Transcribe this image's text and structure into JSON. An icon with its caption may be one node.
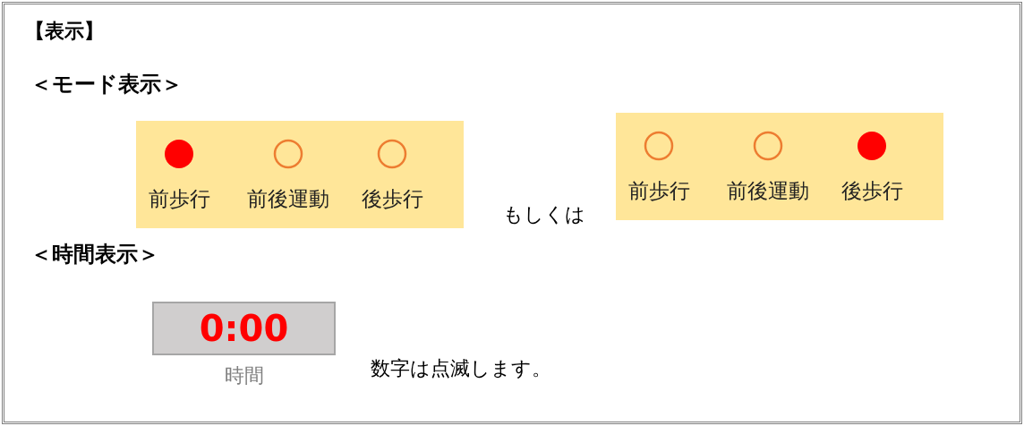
{
  "diagram": {
    "title": "【表示】",
    "nodes": [
      {
        "text": [
          "前歩行",
          "前後運動",
          "後歩行"
        ]
      },
      {
        "text": [
          "前歩行",
          "前後運動",
          "後歩行"
        ]
      },
      {
        "text": [
          "0:00"
        ],
        "beside": [
          "時間"
        ]
      }
    ],
    "labels": [
      "＜モード表示＞",
      "もしくは",
      "＜時間表示＞",
      "数字は点滅します。"
    ]
  }
}
